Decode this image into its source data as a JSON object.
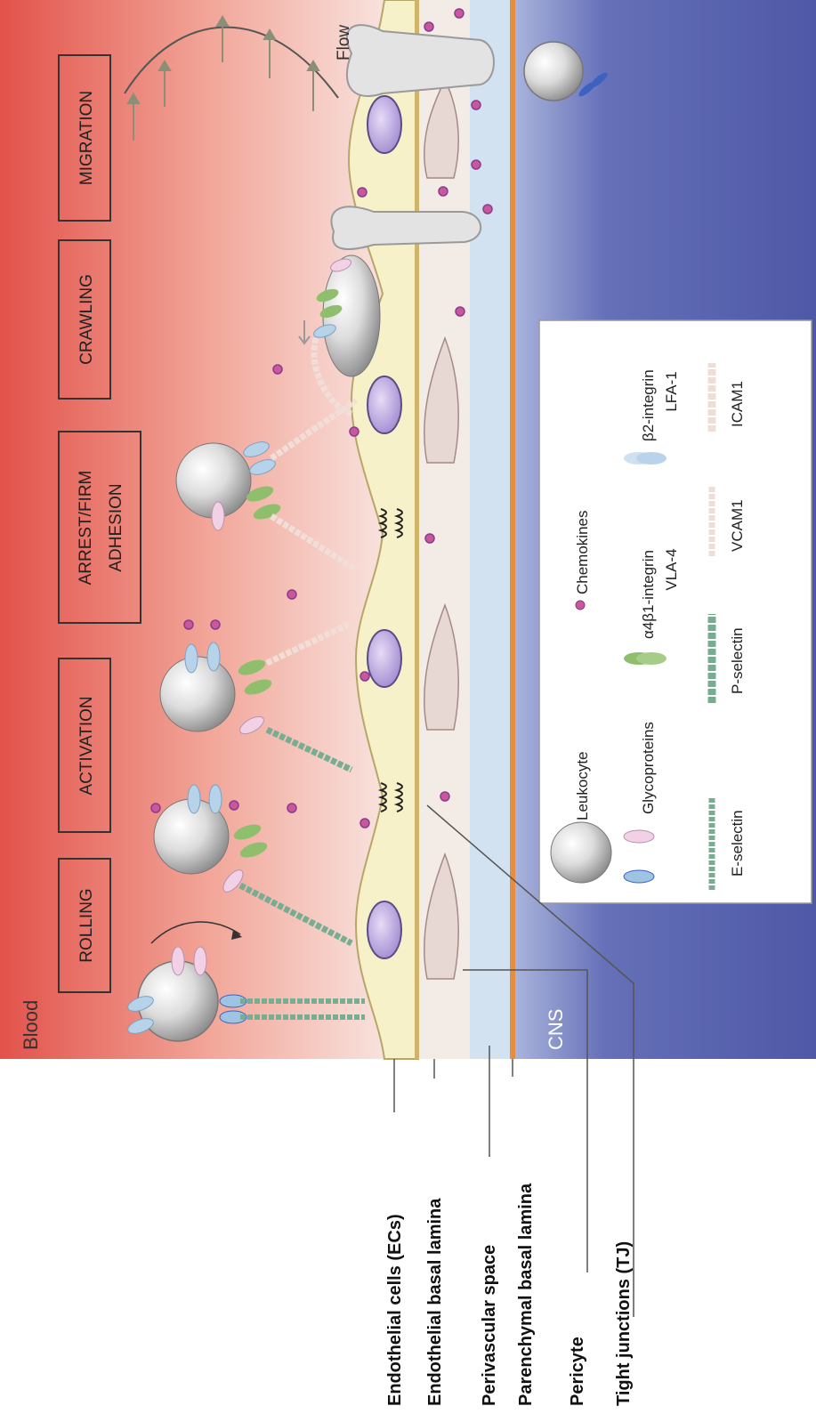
{
  "regions": {
    "blood": "Blood",
    "cns": "CNS",
    "flow": "Flow"
  },
  "stages": [
    "ROLLING",
    "ACTIVATION",
    "ARREST/FIRM",
    "ADHESION",
    "CRAWLING",
    "MIGRATION"
  ],
  "layers": [
    "Endothelial cells (ECs)",
    "Endothelial basal lamina",
    "Perivascular space",
    "Parenchymal basal lamina",
    "Pericyte",
    "Tight junctions (TJ)"
  ],
  "legend": {
    "leukocyte": "Leukocyte",
    "chemokines": "Chemokines",
    "glycoproteins": "Glycoproteins",
    "a4b1": "α4β1-integrin",
    "vla4": "VLA-4",
    "b2": "β2-integrin",
    "lfa1": "LFA-1",
    "eselectin": "E-selectin",
    "pselectin": "P-selectin",
    "vcam1": "VCAM1",
    "icam1": "ICAM1"
  },
  "colors": {
    "blood_top": "#e2524a",
    "blood_bottom": "#f8e2dc",
    "endothelium": "#f6f1c8",
    "basal_lamina": "#e58f3e",
    "perivascular": "#d6e4f1",
    "cns": "#5b66b2",
    "leukocyte": "#c8c8c8",
    "nucleus": "#b9a7dc",
    "chemokine": "#9e4fae",
    "integrin_green": "#8fbf6c",
    "glyco_blue": "#9fc4e3",
    "pselectin_pink": "#f0c8e4",
    "selectin_chain": "#78ad92"
  }
}
